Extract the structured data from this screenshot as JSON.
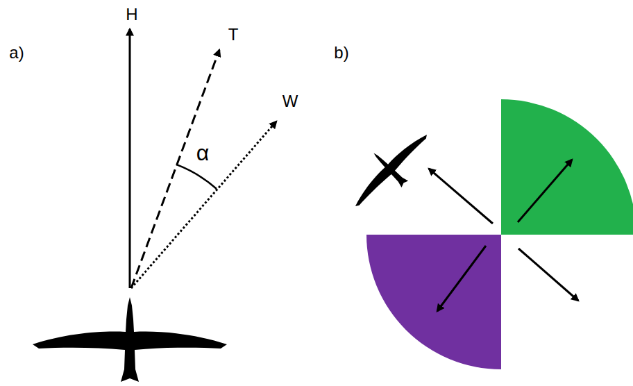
{
  "diagram": {
    "labels": [
      "a)",
      "H",
      "T",
      "W",
      "α",
      "b)"
    ]
  }
}
